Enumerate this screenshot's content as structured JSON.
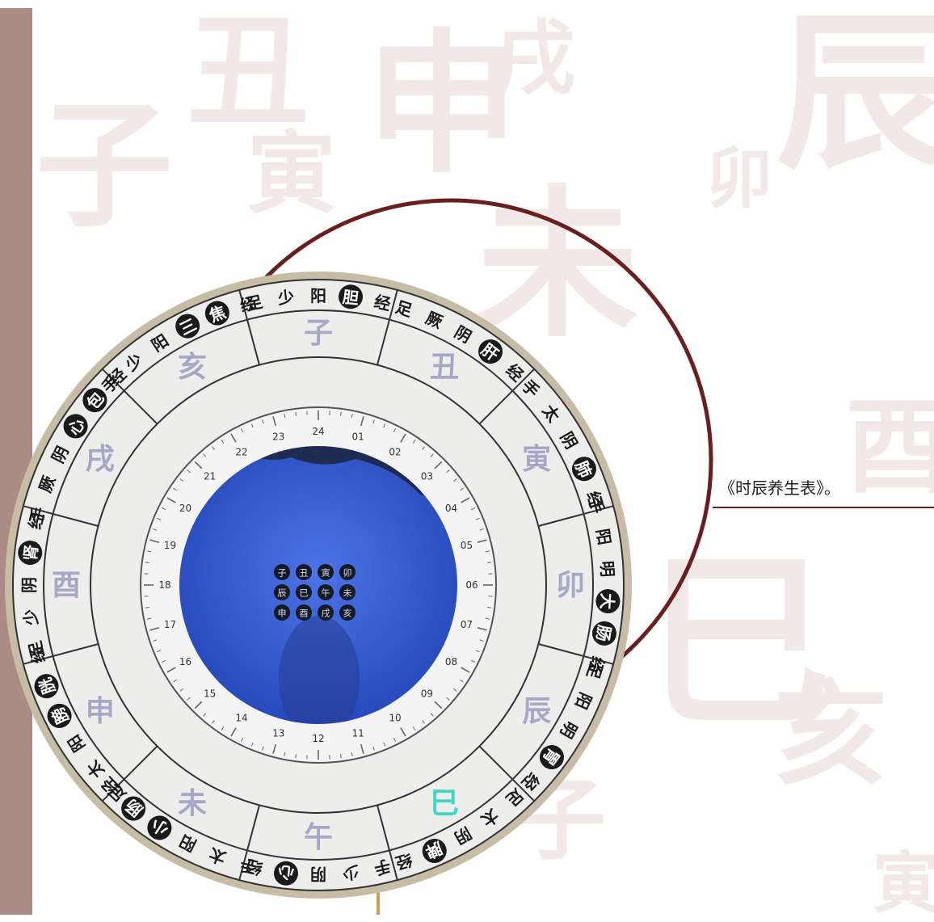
{
  "caption": "《时辰养生表》。",
  "background_chars": [
    {
      "id": "zi",
      "text": "子"
    },
    {
      "id": "chou",
      "text": "丑"
    },
    {
      "id": "yin",
      "text": "寅"
    },
    {
      "id": "shen",
      "text": "申"
    },
    {
      "id": "xu",
      "text": "戌"
    },
    {
      "id": "wei",
      "text": "未"
    },
    {
      "id": "mao",
      "text": "卯"
    },
    {
      "id": "chen",
      "text": "辰"
    },
    {
      "id": "you",
      "text": "酉"
    },
    {
      "id": "si",
      "text": "巳"
    },
    {
      "id": "hai",
      "text": "亥"
    },
    {
      "id": "zi2",
      "text": "子"
    },
    {
      "id": "yin2",
      "text": "寅"
    }
  ],
  "dial": {
    "segments": [
      {
        "branch": "子",
        "meridian_prefix": "足少阳",
        "organ": "胆",
        "suffix": "经"
      },
      {
        "branch": "丑",
        "meridian_prefix": "足厥阴",
        "organ": "肝",
        "suffix": "经"
      },
      {
        "branch": "寅",
        "meridian_prefix": "手太阴",
        "organ": "肺",
        "suffix": "经"
      },
      {
        "branch": "卯",
        "meridian_prefix": "手阳明",
        "organ": "大肠",
        "suffix": "经"
      },
      {
        "branch": "辰",
        "meridian_prefix": "足阳明",
        "organ": "胃",
        "suffix": "经"
      },
      {
        "branch": "巳",
        "meridian_prefix": "足太阴",
        "organ": "脾",
        "suffix": "经",
        "highlight": true
      },
      {
        "branch": "午",
        "meridian_prefix": "手少阴",
        "organ": "心",
        "suffix": "经"
      },
      {
        "branch": "未",
        "meridian_prefix": "手太阳",
        "organ": "小肠",
        "suffix": "经"
      },
      {
        "branch": "申",
        "meridian_prefix": "足太阳",
        "organ": "膀胱",
        "suffix": "经"
      },
      {
        "branch": "酉",
        "meridian_prefix": "足少阴",
        "organ": "肾",
        "suffix": "经"
      },
      {
        "branch": "戌",
        "meridian_prefix": "手厥阴",
        "organ": "心包",
        "suffix": "经"
      },
      {
        "branch": "亥",
        "meridian_prefix": "手少阳",
        "organ": "三焦",
        "suffix": "经"
      }
    ],
    "hours": [
      "01",
      "02",
      "03",
      "04",
      "05",
      "06",
      "07",
      "08",
      "09",
      "10",
      "11",
      "12",
      "13",
      "14",
      "15",
      "16",
      "17",
      "18",
      "19",
      "20",
      "21",
      "22",
      "23",
      "24"
    ],
    "center_grid": [
      "子",
      "丑",
      "寅",
      "卯",
      "辰",
      "巳",
      "午",
      "未",
      "申",
      "酉",
      "戌",
      "亥"
    ]
  },
  "colors": {
    "sidebar": "#ab8b86",
    "background_char": "#f1e8e7",
    "rim": "#c7bca6",
    "face": "#ededec",
    "branch_text": "#a7a7c6",
    "highlight_branch": "#40d9c0",
    "organ_badge": "#1a1a1a",
    "screen_blue": "#3a5fd6",
    "accent_line": "#6a1f1f"
  }
}
